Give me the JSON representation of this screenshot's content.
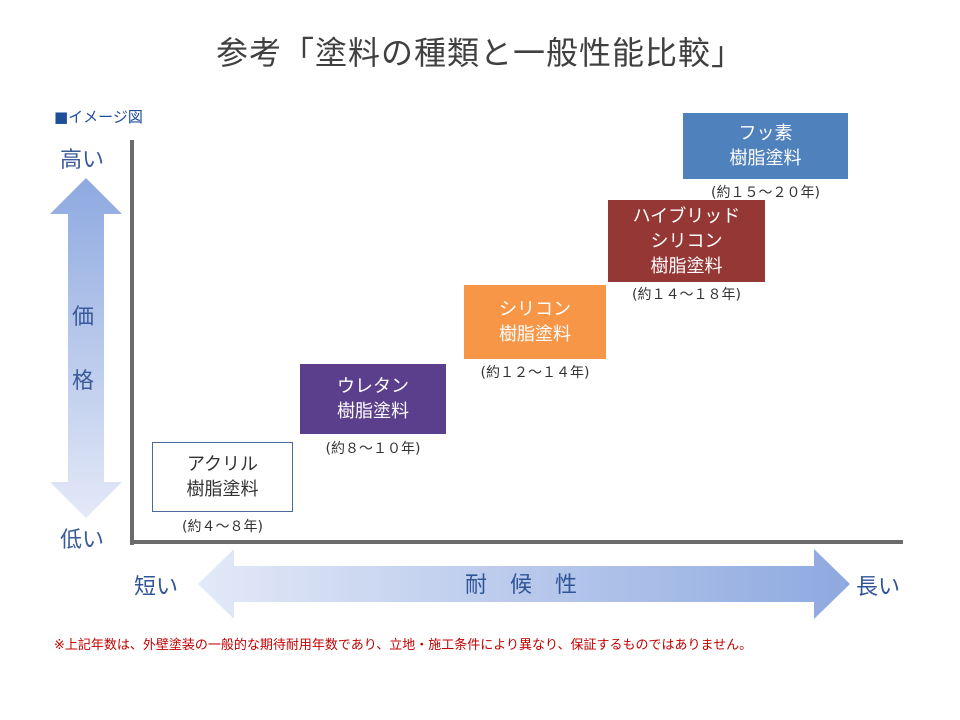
{
  "title": "参考「塗料の種類と一般性能比較」",
  "legend_label": "■イメージ図",
  "y_axis": {
    "top_label": "高い",
    "bottom_label": "低い",
    "title_chars": [
      "価",
      "格"
    ]
  },
  "x_axis": {
    "left_label": "短い",
    "right_label": "長い",
    "title": "耐 候 性"
  },
  "paints": [
    {
      "lines": [
        "アクリル",
        "樹脂塗料"
      ],
      "years": "(約４～８年)",
      "fill": "#ffffff",
      "text_color": "#333333",
      "border": "#4a6a99"
    },
    {
      "lines": [
        "ウレタン",
        "樹脂塗料"
      ],
      "years": "(約８～１０年)",
      "fill": "#5b3f8c",
      "text_color": "#ffffff",
      "border": "#5b3f8c"
    },
    {
      "lines": [
        "シリコン",
        "樹脂塗料"
      ],
      "years": "(約１２～１４年)",
      "fill": "#f79646",
      "text_color": "#ffffff",
      "border": "#f79646"
    },
    {
      "lines": [
        "ハイブリッド",
        "シリコン",
        "樹脂塗料"
      ],
      "years": "(約１４～１８年)",
      "fill": "#953735",
      "text_color": "#ffffff",
      "border": "#953735"
    },
    {
      "lines": [
        "フッ素",
        "樹脂塗料"
      ],
      "years": "(約１５～２０年)",
      "fill": "#4f81bd",
      "text_color": "#ffffff",
      "border": "#4f81bd"
    }
  ],
  "note": "※上記年数は、外壁塗装の一般的な期待耐用年数であり、立地・施工条件により異なり、保証するものではありません。"
}
